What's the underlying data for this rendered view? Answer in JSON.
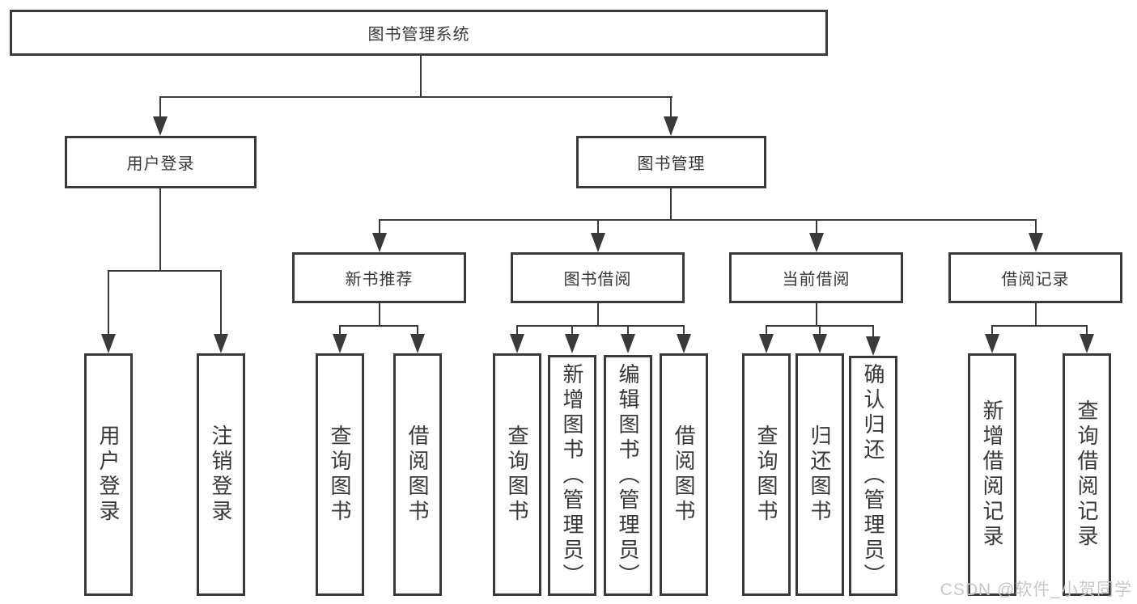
{
  "diagram": {
    "type": "hierarchy-diagram",
    "colors": {
      "background": "#ffffff",
      "line": "#3a3a3a",
      "box_border": "#3a3a3a",
      "text": "#383838",
      "watermark": "#c7c7c7"
    },
    "watermark": {
      "text": "CSDN @软件_小贺同学"
    },
    "tree": {
      "label": "图书管理系统",
      "children": [
        {
          "label": "用户登录",
          "children": [
            {
              "label": "用户登录"
            },
            {
              "label": "注销登录"
            }
          ]
        },
        {
          "label": "图书管理",
          "children": [
            {
              "label": "新书推荐",
              "children": [
                {
                  "label": "查询图书"
                },
                {
                  "label": "借阅图书"
                }
              ]
            },
            {
              "label": "图书借阅",
              "children": [
                {
                  "label": "查询图书"
                },
                {
                  "label": "新增图书（管理员）"
                },
                {
                  "label": "编辑图书（管理员）"
                },
                {
                  "label": "借阅图书"
                }
              ]
            },
            {
              "label": "当前借阅",
              "children": [
                {
                  "label": "查询图书"
                },
                {
                  "label": "归还图书"
                },
                {
                  "label": "确认归还（管理员）"
                }
              ]
            },
            {
              "label": "借阅记录",
              "children": [
                {
                  "label": "新增借阅记录"
                },
                {
                  "label": "查询借阅记录"
                }
              ]
            }
          ]
        }
      ]
    }
  }
}
